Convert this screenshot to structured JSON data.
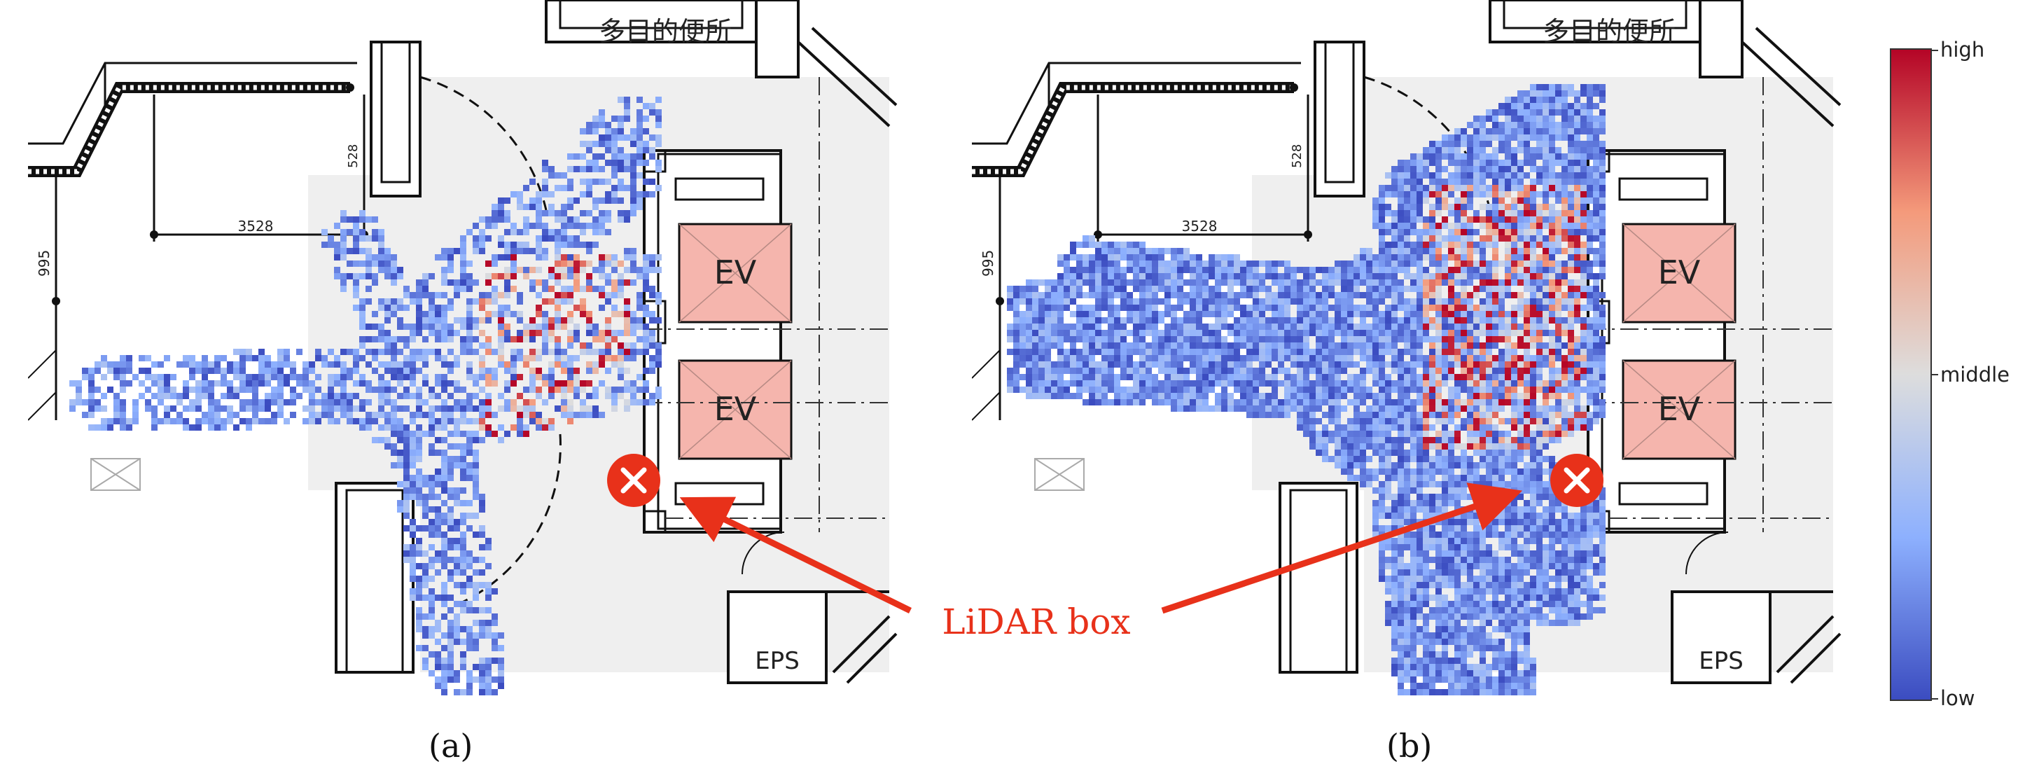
{
  "panels": [
    {
      "id": "a",
      "caption": "(a)",
      "room_labels": {
        "elevator_1": "EV",
        "elevator_2": "EV",
        "eps": "EPS"
      },
      "dimension_labels": {
        "width": "3528",
        "height": "995",
        "small": "528"
      },
      "header_text": "多目的便所"
    },
    {
      "id": "b",
      "caption": "(b)",
      "room_labels": {
        "elevator_1": "EV",
        "elevator_2": "EV",
        "eps": "EPS"
      },
      "dimension_labels": {
        "width": "3528",
        "height": "995",
        "small": "528"
      },
      "header_text": "多目的便所"
    }
  ],
  "annotation": {
    "label": "LiDAR box",
    "marker_icon": "x-circle-icon",
    "color": "#e8311a"
  },
  "colorbar": {
    "ticks": [
      "high",
      "middle",
      "low"
    ],
    "colors": {
      "low": "#3b4cc0",
      "middle": "#dddddd",
      "high": "#b40426"
    }
  },
  "heatmap": {
    "description_levels": [
      "low",
      "middle",
      "high"
    ]
  }
}
